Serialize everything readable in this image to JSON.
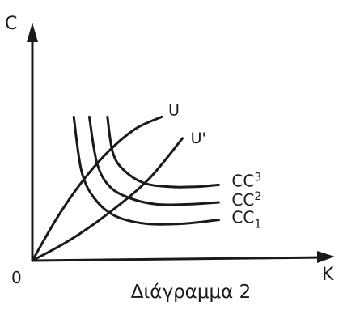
{
  "chart_data": {
    "type": "line",
    "title": "",
    "caption": "Διάγραμμα 2",
    "xlabel": "K",
    "ylabel": "C",
    "origin_label": "0",
    "xlim": [
      0,
      10
    ],
    "ylim": [
      0,
      10
    ],
    "grid": false,
    "legend": "none",
    "series": [
      {
        "name": "U",
        "kind": "ray",
        "x": [
          0,
          1,
          2,
          3,
          4,
          5.0
        ],
        "y": [
          0,
          2.3,
          4.2,
          5.7,
          6.8,
          7.4
        ]
      },
      {
        "name": "U'",
        "kind": "ray",
        "x": [
          0,
          1.5,
          3,
          4.5,
          5.8
        ],
        "y": [
          0,
          1.1,
          2.5,
          4.2,
          6.3
        ]
      },
      {
        "name": "CC1",
        "kind": "curve",
        "x": [
          1.6,
          1.9,
          2.4,
          3.2,
          4.4,
          5.8,
          7.2
        ],
        "y": [
          7.4,
          4.6,
          3.2,
          2.3,
          1.9,
          1.9,
          2.1
        ]
      },
      {
        "name": "CC2",
        "kind": "curve",
        "x": [
          2.2,
          2.5,
          3.0,
          3.8,
          4.8,
          6.0,
          7.2
        ],
        "y": [
          7.4,
          5.0,
          3.8,
          3.2,
          2.9,
          2.9,
          3.0
        ]
      },
      {
        "name": "CC3",
        "kind": "curve",
        "x": [
          2.9,
          3.1,
          3.5,
          4.3,
          5.3,
          6.3,
          7.2
        ],
        "y": [
          7.4,
          5.6,
          4.7,
          4.0,
          3.8,
          3.8,
          3.9
        ]
      }
    ],
    "labels": {
      "U": "U",
      "U'": "U'",
      "CC1": {
        "base": "CC",
        "sub": "1"
      },
      "CC2": {
        "base": "CC",
        "sub": "2"
      },
      "CC3": {
        "base": "CC",
        "sub": "3"
      }
    }
  }
}
